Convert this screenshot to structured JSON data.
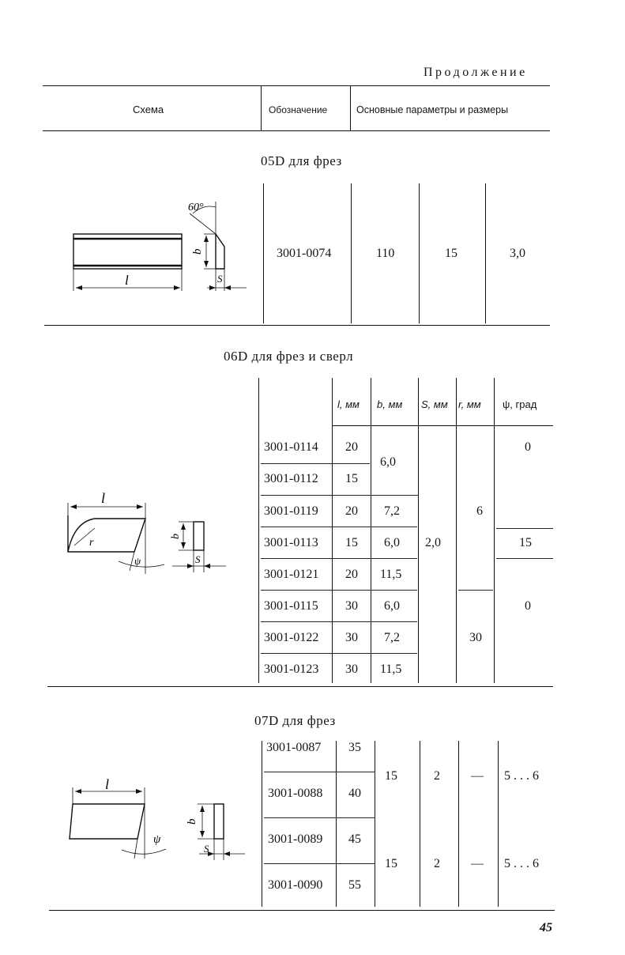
{
  "header": {
    "continuation": "Продолжение",
    "col_schema": "Схема",
    "col_designation": "Обозначение",
    "col_params": "Основные параметры и размеры"
  },
  "section05": {
    "title": "05D для фрез",
    "row": {
      "designation": "3001-0074",
      "l": "110",
      "b": "15",
      "s": "3,0"
    },
    "fig": {
      "angle": "60°",
      "b": "b",
      "l": "l",
      "s": "S"
    }
  },
  "section06": {
    "title": "06D для фрез и сверл",
    "cols": {
      "l": "l, мм",
      "b": "b, мм",
      "s": "S, мм",
      "r": "r, мм",
      "psi": "ψ, град"
    },
    "rows": [
      {
        "designation": "3001-0114",
        "l": "20"
      },
      {
        "designation": "3001-0112",
        "l": "15"
      },
      {
        "designation": "3001-0119",
        "l": "20",
        "b": "7,2"
      },
      {
        "designation": "3001-0113",
        "l": "15",
        "b": "6,0"
      },
      {
        "designation": "3001-0121",
        "l": "20",
        "b": "11,5"
      },
      {
        "designation": "3001-0115",
        "l": "30",
        "b": "6,0"
      },
      {
        "designation": "3001-0122",
        "l": "30",
        "b": "7,2"
      },
      {
        "designation": "3001-0123",
        "l": "30",
        "b": "11,5"
      }
    ],
    "merged": {
      "b_top": "6,0",
      "s_all": "2,0",
      "r_top": "6",
      "r_bottom": "30",
      "psi_top": "0",
      "psi_mid": "15",
      "psi_bottom": "0"
    },
    "fig": {
      "l": "l",
      "r": "r",
      "psi": "ψ",
      "b": "b",
      "s": "S"
    }
  },
  "section07": {
    "title": "07D для фрез",
    "rows": [
      {
        "designation": "3001-0087",
        "l": "35"
      },
      {
        "designation": "3001-0088",
        "l": "40"
      },
      {
        "designation": "3001-0089",
        "l": "45"
      },
      {
        "designation": "3001-0090",
        "l": "55"
      }
    ],
    "groups": [
      {
        "b": "15",
        "s": "2",
        "r": "—",
        "psi": "5 . . . 6"
      },
      {
        "b": "15",
        "s": "2",
        "r": "—",
        "psi": "5 . . . 6"
      }
    ],
    "fig": {
      "l": "l",
      "psi": "ψ",
      "b": "b",
      "s": "S"
    }
  },
  "page_number": "45"
}
